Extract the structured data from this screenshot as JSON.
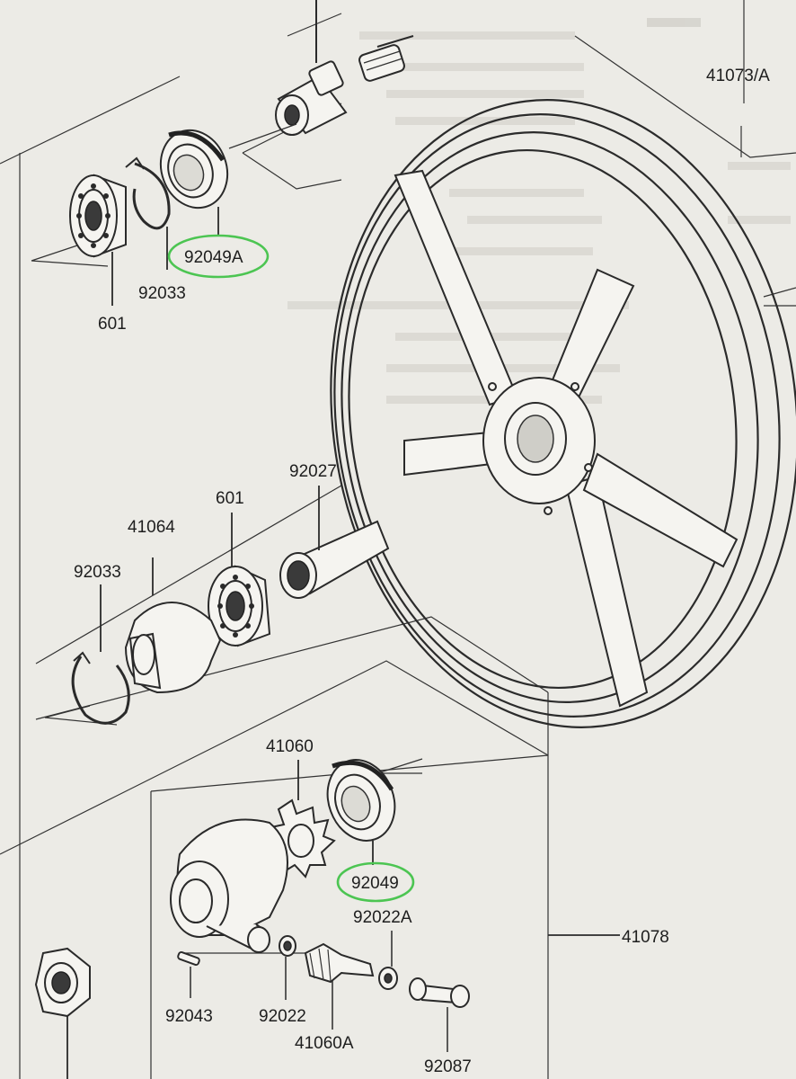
{
  "callouts": {
    "axle_collar": "41073/A",
    "oil_seal_a": "92049A",
    "circlip_top": "92033",
    "bearing_top": "601",
    "distance_collar": "92027",
    "bearing_mid": "601",
    "coupling": "41064",
    "circlip_mid": "92033",
    "gear": "41060",
    "oil_seal": "92049",
    "washer_a": "92022A",
    "wheel_assembly": "41078",
    "pin": "92043",
    "washer": "92022",
    "pinion": "41060A",
    "bushing": "92087"
  },
  "highlighted": [
    "92049A",
    "92049"
  ],
  "colors": {
    "paper": "#ecebe6",
    "ink": "#1e1e1e",
    "highlight": "#4cc552"
  }
}
